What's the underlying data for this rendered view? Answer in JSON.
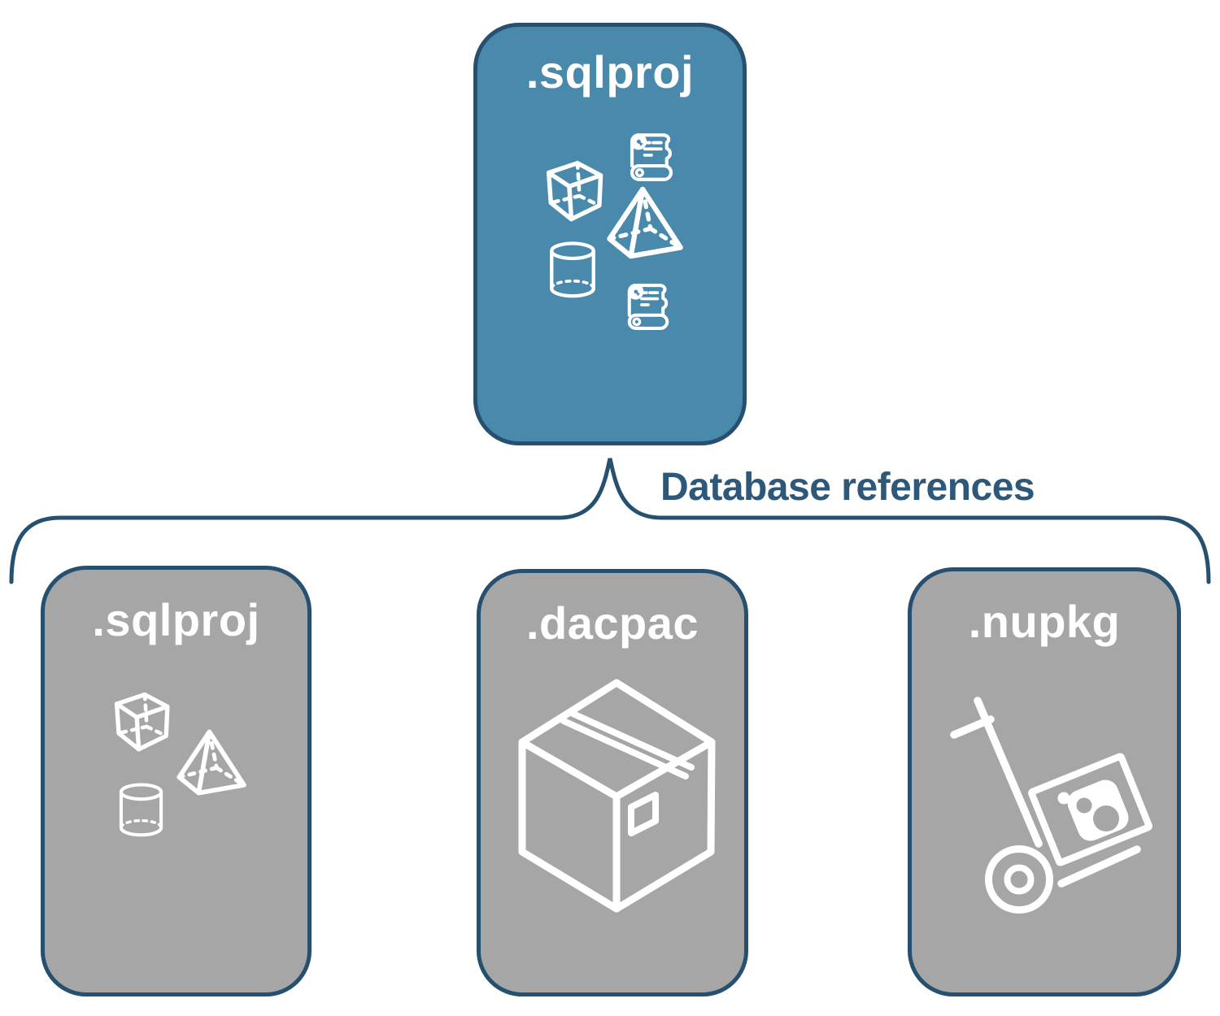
{
  "colors": {
    "background": "#ffffff",
    "root_node_fill": "#4889ac",
    "child_node_fill": "#a6a6a6",
    "node_border": "#26506f",
    "connector_line": "#26506f",
    "connector_label_text": "#2d587a",
    "node_label_text": "#ffffff",
    "icon_stroke": "#ffffff"
  },
  "root_node": {
    "label": ".sqlproj",
    "icons": [
      "cube-icon",
      "scroll-icon",
      "pyramid-icon",
      "cylinder-icon",
      "scroll-icon"
    ]
  },
  "connector": {
    "label": "Database references"
  },
  "child_nodes": [
    {
      "label": ".sqlproj",
      "icons": [
        "cube-icon",
        "pyramid-icon",
        "cylinder-icon"
      ]
    },
    {
      "label": ".dacpac",
      "icons": [
        "package-box-icon"
      ]
    },
    {
      "label": ".nupkg",
      "icons": [
        "hand-truck-package-icon"
      ]
    }
  ]
}
